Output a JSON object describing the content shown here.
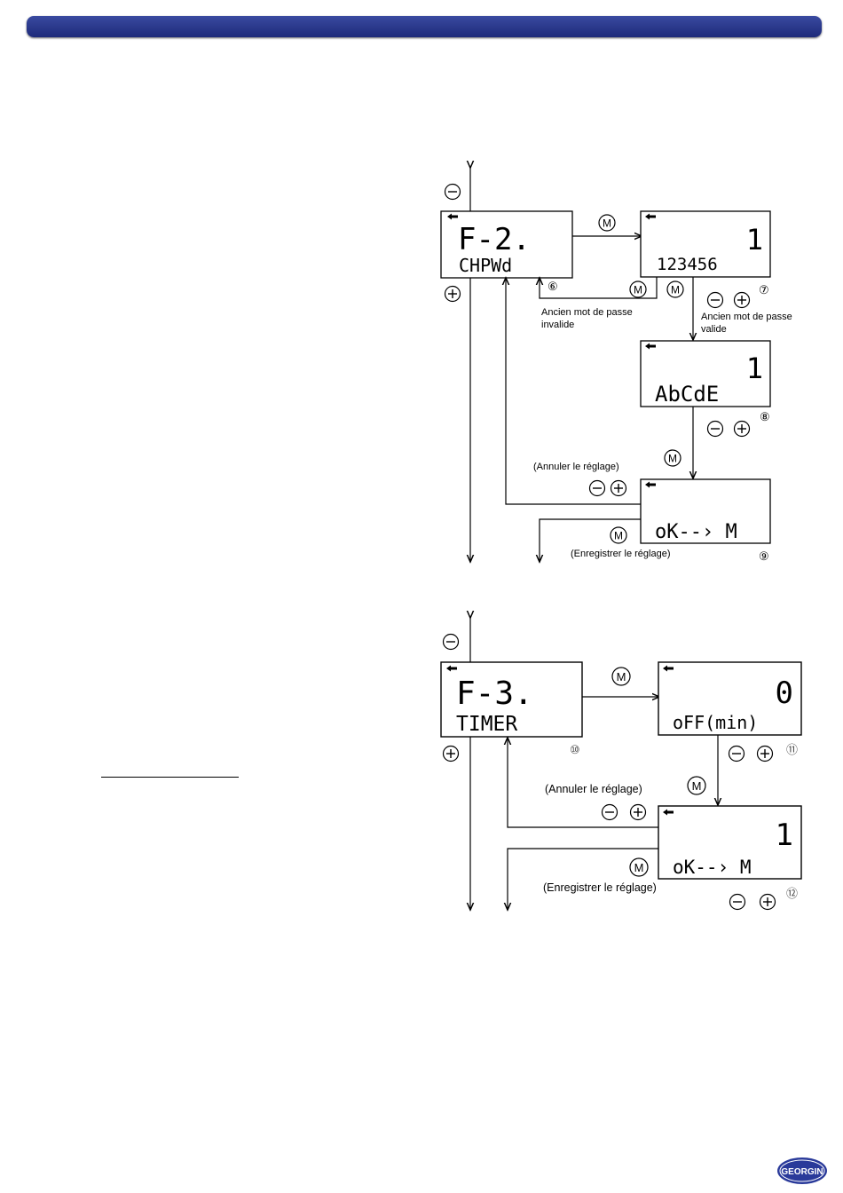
{
  "colors": {
    "header": "#25318a",
    "logo": "#2a3a9a",
    "line": "#000000"
  },
  "diagram1": {
    "screen_a": {
      "top": "F-2.",
      "bottom": "CHPWd"
    },
    "screen_b": {
      "top": "1",
      "bottom": "123456"
    },
    "screen_c": {
      "top": "1",
      "bottom": "AbCdE"
    },
    "screen_d": {
      "top": "",
      "bottom": "oK--›  M"
    },
    "mode_key": "M",
    "markers": [
      "⑥",
      "⑦",
      "⑧",
      "⑨"
    ],
    "labels": {
      "invalid": [
        "Ancien mot de passe",
        "invalide"
      ],
      "valid": [
        "Ancien mot de passe",
        "valide"
      ],
      "cancel": "(Annuler le réglage)",
      "save": "(Enregistrer le réglage)"
    }
  },
  "diagram2": {
    "screen_a": {
      "top": "F-3.",
      "bottom": "TIMER"
    },
    "screen_b": {
      "top": "0",
      "bottom": "oFF(min)"
    },
    "screen_c": {
      "top": "1",
      "bottom": "oK--›  M"
    },
    "mode_key": "M",
    "markers": [
      "⑩",
      "⑪",
      "⑫"
    ],
    "labels": {
      "cancel": "(Annuler le réglage)",
      "save": "(Enregistrer le réglage)"
    }
  },
  "logo_text": "GEORGIN"
}
